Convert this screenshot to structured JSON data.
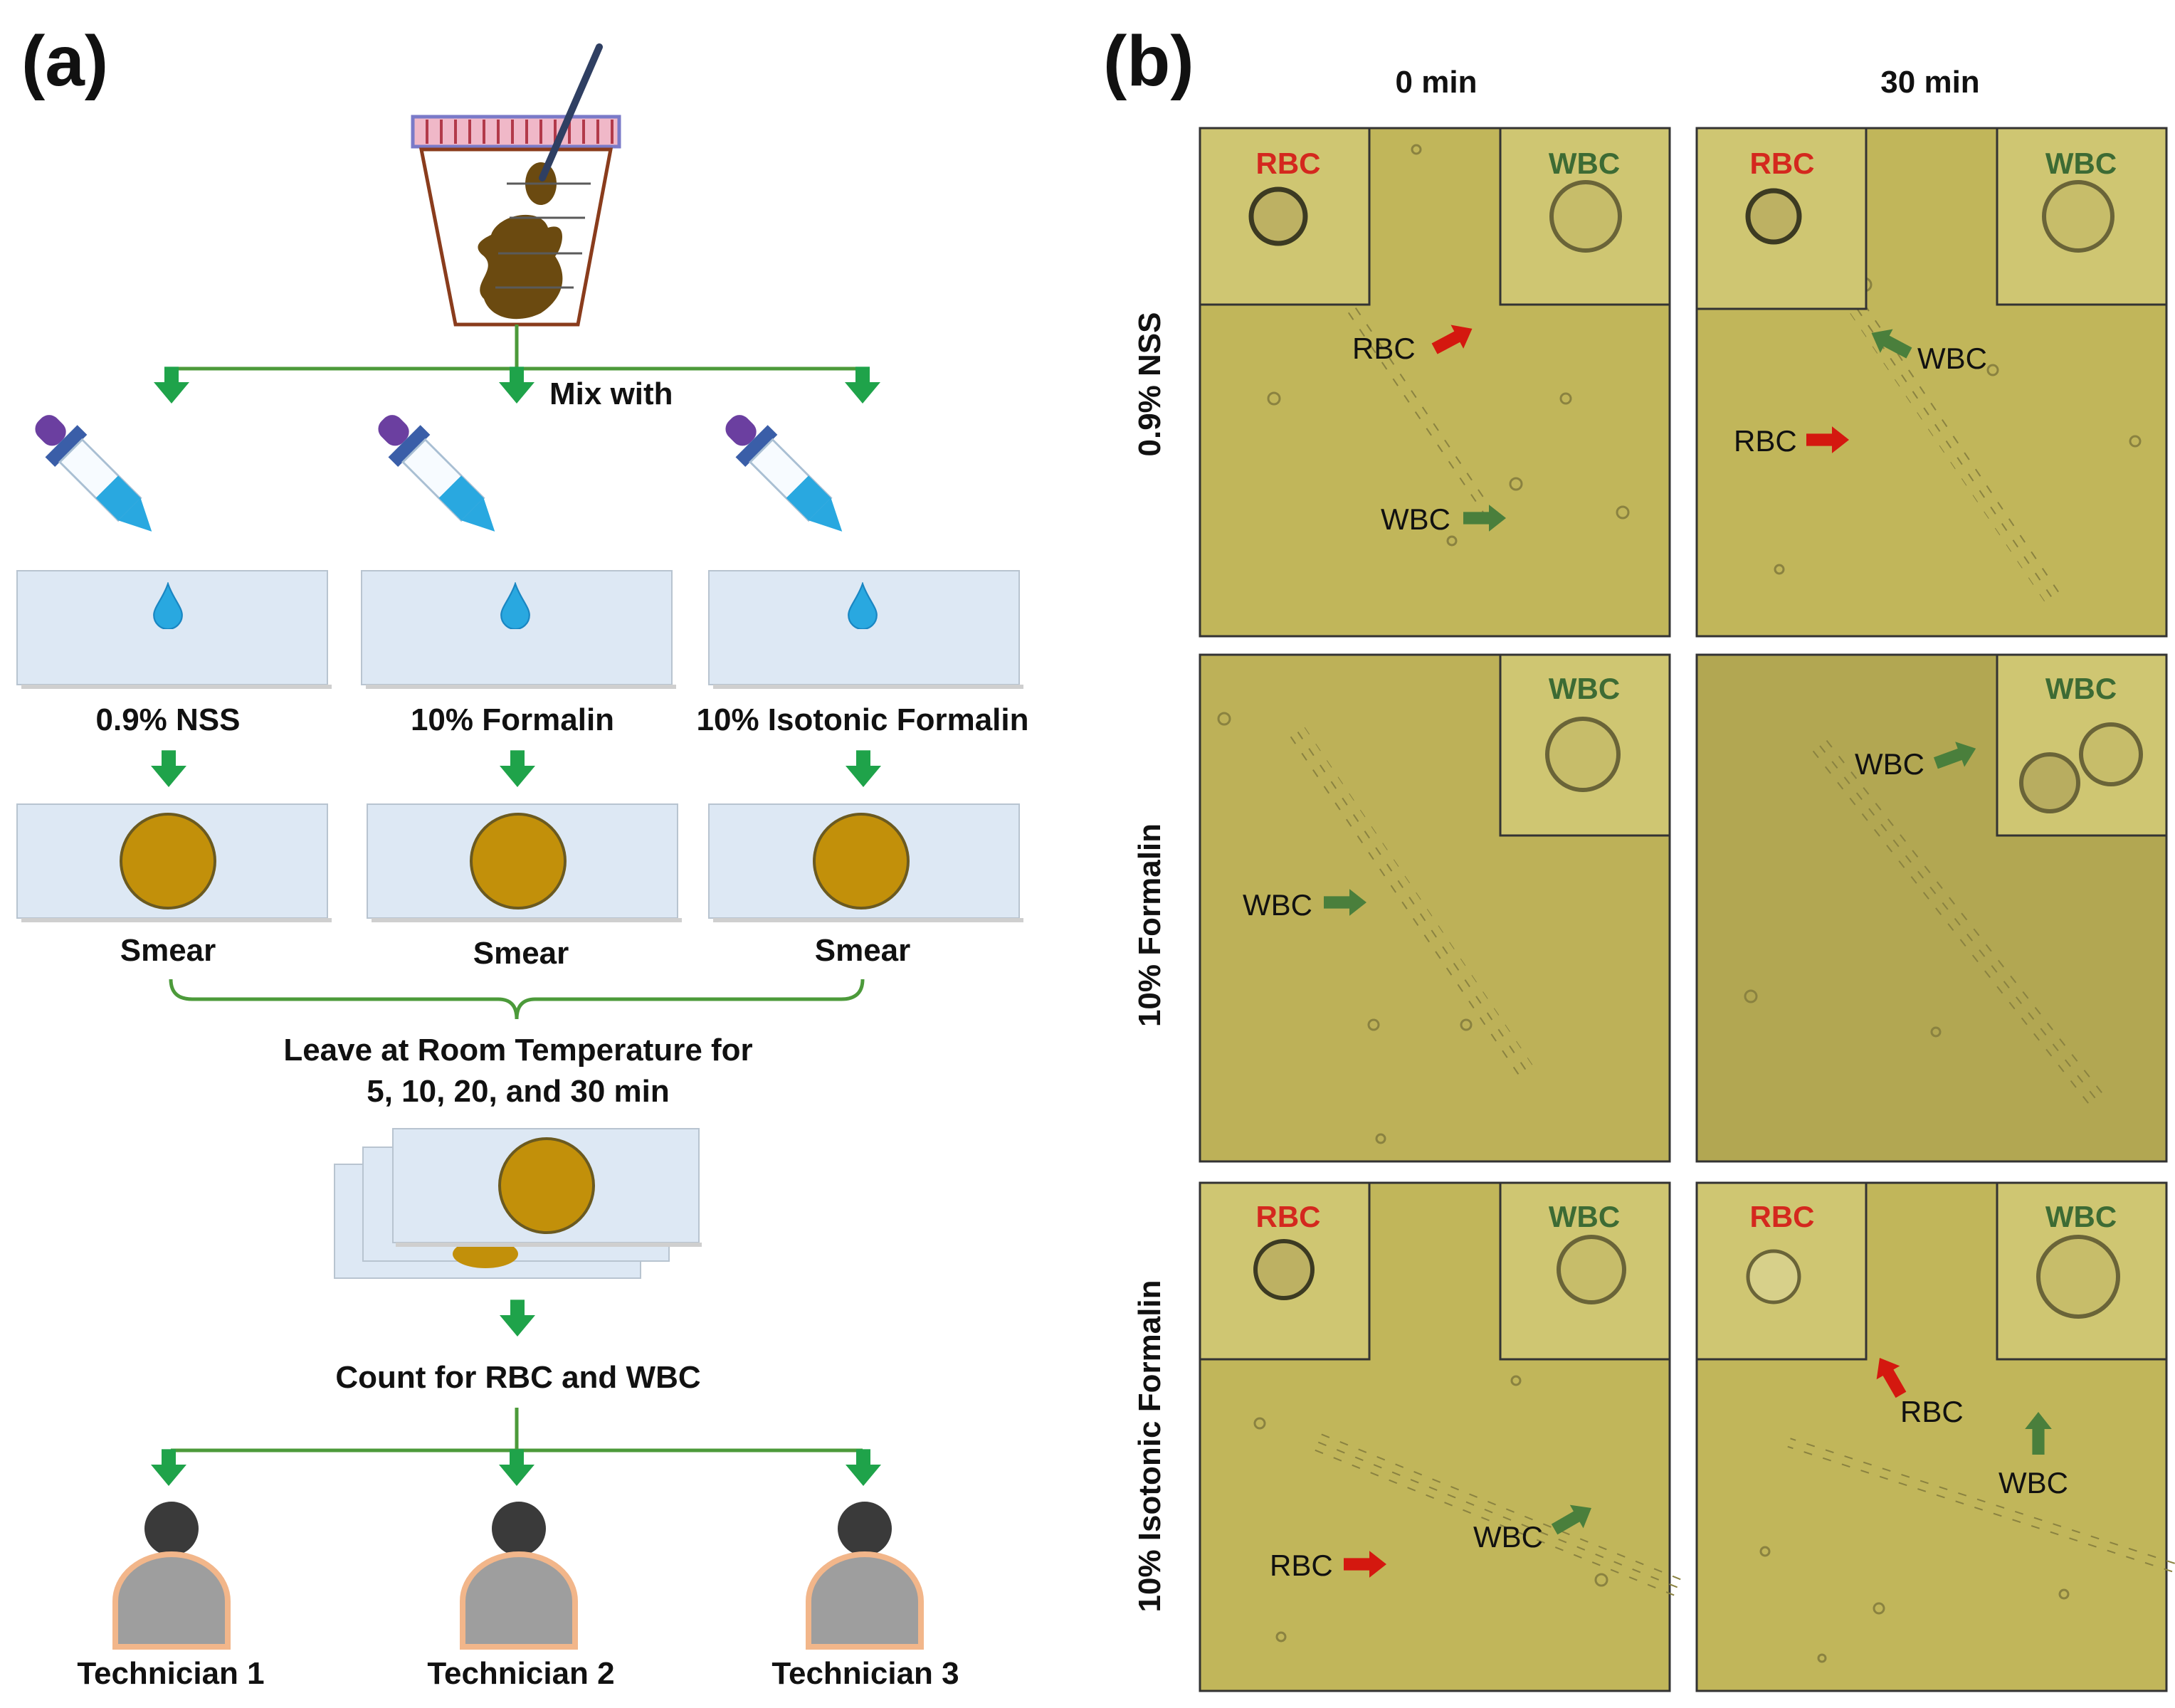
{
  "panels": {
    "a_label": "(a)",
    "b_label": "(b)"
  },
  "panel_a": {
    "mix_label": "Mix with",
    "preservatives": [
      "0.9% NSS",
      "10% Formalin",
      "10% Isotonic Formalin"
    ],
    "smear_label": "Smear",
    "leave_label_line1": "Leave at Room Temperature for",
    "leave_label_line2": "5, 10, 20, and 30 min",
    "count_label": "Count for RBC and WBC",
    "technicians": [
      "Technician 1",
      "Technician 2",
      "Technician 3"
    ]
  },
  "panel_b": {
    "columns": [
      "0 min",
      "30 min"
    ],
    "rows": [
      "0.9% NSS",
      "10% Formalin",
      "10% Isotonic Formalin"
    ],
    "inset_rbc": "RBC",
    "inset_wbc": "WBC",
    "arrow_rbc": "RBC",
    "arrow_wbc": "WBC"
  },
  "colors": {
    "arrow_green": "#1fa34a",
    "connector_green": "#4c9a3a",
    "stool_brown": "#6b4a10",
    "smear_gold": "#c2900a",
    "slide_blue": "#dde8f4",
    "drop_blue": "#29a8e0",
    "micro_bg": "#c1b65a",
    "rbc_red": "#d4281e",
    "wbc_green": "#3d6b34",
    "pointer_red": "#d4180f",
    "pointer_green": "#4a7f3c"
  }
}
